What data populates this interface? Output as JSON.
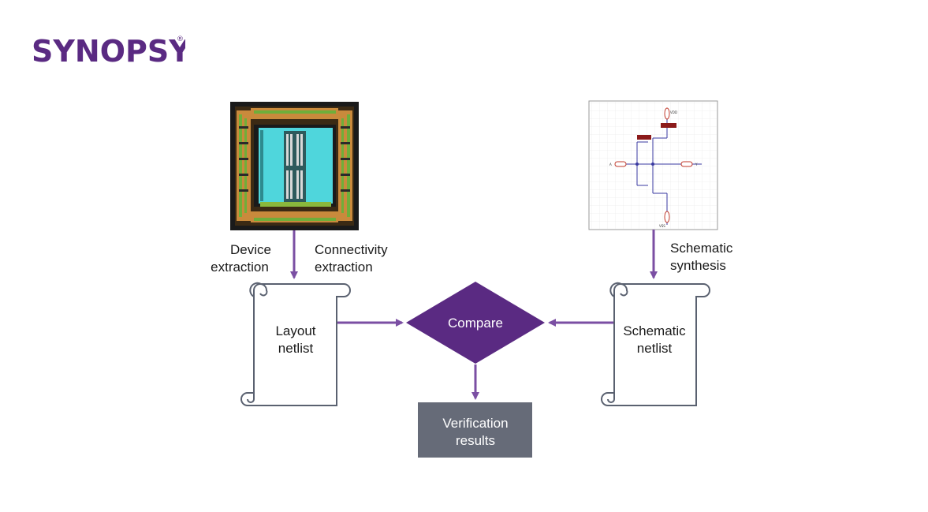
{
  "brand": {
    "name": "SYNOPSYS",
    "registered_mark": "®"
  },
  "diagram": {
    "layout_image": {
      "icon": "chip-layout-image"
    },
    "schematic_image": {
      "icon": "circuit-schematic-image",
      "labels": [
        "VDD",
        "VSS",
        "A",
        "Y"
      ]
    },
    "left_arrow_labels": {
      "device": [
        "Device",
        "extraction"
      ],
      "connectivity": [
        "Connectivity",
        "extraction"
      ]
    },
    "right_arrow_label": [
      "Schematic",
      "synthesis"
    ],
    "layout_netlist": [
      "Layout",
      "netlist"
    ],
    "schematic_netlist": [
      "Schematic",
      "netlist"
    ],
    "compare": "Compare",
    "results": [
      "Verification",
      "results"
    ],
    "colors": {
      "arrow": "#7b4fa3",
      "diamond": "#5a2a82",
      "results_box": "#666b78",
      "scroll_stroke": "#5a6170"
    }
  }
}
